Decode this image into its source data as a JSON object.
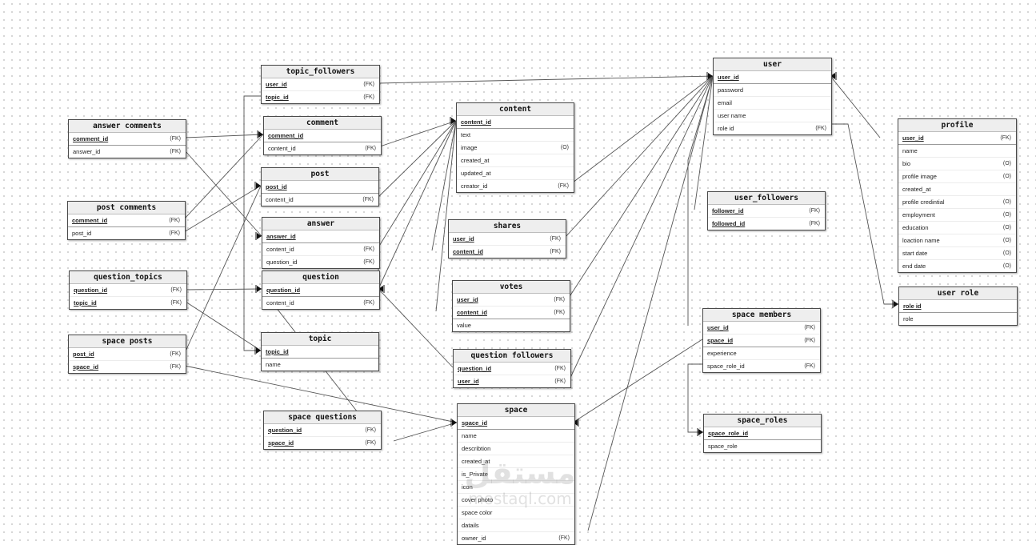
{
  "entities": [
    {
      "id": "topic_followers",
      "title": "topic_followers",
      "attrs": [
        {
          "name": "user_id",
          "tag": "(FK)",
          "pk": true
        },
        {
          "name": "topic_id",
          "tag": "(FK)",
          "pk": true
        }
      ]
    },
    {
      "id": "answer_comments",
      "title": "answer comments",
      "attrs": [
        {
          "name": "comment_id",
          "tag": "(FK)",
          "pk": true
        },
        {
          "name": "answer_id",
          "tag": "(FK)",
          "pk": false
        }
      ]
    },
    {
      "id": "comment",
      "title": "comment",
      "attrs": [
        {
          "name": "comment_id",
          "tag": "",
          "pk": true
        },
        {
          "name": "content_id",
          "tag": "(FK)",
          "pk": false
        }
      ]
    },
    {
      "id": "post",
      "title": "post",
      "attrs": [
        {
          "name": "post_id",
          "tag": "",
          "pk": true
        },
        {
          "name": "content_id",
          "tag": "(FK)",
          "pk": false
        }
      ]
    },
    {
      "id": "post_comments",
      "title": "post comments",
      "attrs": [
        {
          "name": "comment_id",
          "tag": "(FK)",
          "pk": true
        },
        {
          "name": "post_id",
          "tag": "(FK)",
          "pk": false
        }
      ]
    },
    {
      "id": "answer",
      "title": "answer",
      "attrs": [
        {
          "name": "answer_id",
          "tag": "",
          "pk": true
        },
        {
          "name": "content_id",
          "tag": "(FK)",
          "pk": false
        },
        {
          "name": "question_id",
          "tag": "(FK)",
          "pk": false
        }
      ]
    },
    {
      "id": "question_topics",
      "title": "question_topics",
      "attrs": [
        {
          "name": "question_id",
          "tag": "(FK)",
          "pk": true
        },
        {
          "name": "topic_id",
          "tag": "(FK)",
          "pk": true
        }
      ]
    },
    {
      "id": "question",
      "title": "question",
      "attrs": [
        {
          "name": "question_id",
          "tag": "",
          "pk": true
        },
        {
          "name": "content_id",
          "tag": "(FK)",
          "pk": false
        }
      ]
    },
    {
      "id": "space_posts",
      "title": "space posts",
      "attrs": [
        {
          "name": "post_id",
          "tag": "(FK)",
          "pk": true
        },
        {
          "name": "space_id",
          "tag": "(FK)",
          "pk": true
        }
      ]
    },
    {
      "id": "topic",
      "title": "topic",
      "attrs": [
        {
          "name": "topic_id",
          "tag": "",
          "pk": true
        },
        {
          "name": "name",
          "tag": "",
          "pk": false
        }
      ]
    },
    {
      "id": "space_questions",
      "title": "space questions",
      "attrs": [
        {
          "name": "question_id",
          "tag": "(FK)",
          "pk": true
        },
        {
          "name": "space_id",
          "tag": "(FK)",
          "pk": true
        }
      ]
    },
    {
      "id": "content",
      "title": "content",
      "attrs": [
        {
          "name": "content_id",
          "tag": "",
          "pk": true
        },
        {
          "name": "text",
          "tag": "",
          "pk": false
        },
        {
          "name": "image",
          "tag": "(O)",
          "pk": false
        },
        {
          "name": "created_at",
          "tag": "",
          "pk": false
        },
        {
          "name": "updated_at",
          "tag": "",
          "pk": false
        },
        {
          "name": "creator_id",
          "tag": "(FK)",
          "pk": false
        }
      ]
    },
    {
      "id": "shares",
      "title": "shares",
      "attrs": [
        {
          "name": "user_id",
          "tag": "(FK)",
          "pk": true
        },
        {
          "name": "content_id",
          "tag": "(FK)",
          "pk": true
        }
      ]
    },
    {
      "id": "votes",
      "title": "votes",
      "attrs": [
        {
          "name": "user_id",
          "tag": "(FK)",
          "pk": true
        },
        {
          "name": "content_id",
          "tag": "(FK)",
          "pk": true
        },
        {
          "name": "value",
          "tag": "",
          "pk": false
        }
      ]
    },
    {
      "id": "question_followers",
      "title": "question followers",
      "attrs": [
        {
          "name": "question_id",
          "tag": "(FK)",
          "pk": true
        },
        {
          "name": "user_id",
          "tag": "(FK)",
          "pk": true
        }
      ]
    },
    {
      "id": "space",
      "title": "space",
      "attrs": [
        {
          "name": "space_id",
          "tag": "",
          "pk": true
        },
        {
          "name": "name",
          "tag": "",
          "pk": false
        },
        {
          "name": "describtion",
          "tag": "",
          "pk": false
        },
        {
          "name": "created_at",
          "tag": "",
          "pk": false
        },
        {
          "name": "is_Private",
          "tag": "",
          "pk": false
        },
        {
          "name": "icon",
          "tag": "",
          "pk": false
        },
        {
          "name": "cover photo",
          "tag": "",
          "pk": false
        },
        {
          "name": "space color",
          "tag": "",
          "pk": false
        },
        {
          "name": "datails",
          "tag": "",
          "pk": false
        },
        {
          "name": "owner_id",
          "tag": "(FK)",
          "pk": false
        }
      ]
    },
    {
      "id": "user",
      "title": "user",
      "attrs": [
        {
          "name": "user_id",
          "tag": "",
          "pk": true
        },
        {
          "name": "password",
          "tag": "",
          "pk": false
        },
        {
          "name": "email",
          "tag": "",
          "pk": false
        },
        {
          "name": "user name",
          "tag": "",
          "pk": false
        },
        {
          "name": "role id",
          "tag": "(FK)",
          "pk": false
        }
      ]
    },
    {
      "id": "user_followers",
      "title": "user_followers",
      "attrs": [
        {
          "name": "follower_id",
          "tag": "(FK)",
          "pk": true
        },
        {
          "name": "followed_id",
          "tag": "(FK)",
          "pk": true
        }
      ]
    },
    {
      "id": "space_members",
      "title": "space members",
      "attrs": [
        {
          "name": "user_id",
          "tag": "(FK)",
          "pk": true
        },
        {
          "name": "space_id",
          "tag": "(FK)",
          "pk": true
        },
        {
          "name": "experience",
          "tag": "",
          "pk": false
        },
        {
          "name": "space_role_id",
          "tag": "(FK)",
          "pk": false
        }
      ]
    },
    {
      "id": "space_roles",
      "title": "space_roles",
      "attrs": [
        {
          "name": "space_role_id",
          "tag": "",
          "pk": true
        },
        {
          "name": "space_role",
          "tag": "",
          "pk": false
        }
      ]
    },
    {
      "id": "profile",
      "title": "profile",
      "attrs": [
        {
          "name": "user_id",
          "tag": "(FK)",
          "pk": true
        },
        {
          "name": "name",
          "tag": "",
          "pk": false
        },
        {
          "name": "bio",
          "tag": "(O)",
          "pk": false
        },
        {
          "name": "profile image",
          "tag": "(O)",
          "pk": false
        },
        {
          "name": "created_at",
          "tag": "",
          "pk": false
        },
        {
          "name": "profile credintial",
          "tag": "(O)",
          "pk": false
        },
        {
          "name": "employment",
          "tag": "(O)",
          "pk": false
        },
        {
          "name": "education",
          "tag": "(O)",
          "pk": false
        },
        {
          "name": "loaction name",
          "tag": "(O)",
          "pk": false
        },
        {
          "name": "start date",
          "tag": "(O)",
          "pk": false
        },
        {
          "name": "end date",
          "tag": "(O)",
          "pk": false
        }
      ]
    },
    {
      "id": "user_role",
      "title": "user role",
      "attrs": [
        {
          "name": "role id",
          "tag": "",
          "pk": true
        },
        {
          "name": "role",
          "tag": "",
          "pk": false
        }
      ]
    }
  ],
  "relationships": [
    [
      "topic_followers",
      "user"
    ],
    [
      "content",
      "user"
    ],
    [
      "shares",
      "user"
    ],
    [
      "votes",
      "user"
    ],
    [
      "question_followers",
      "user"
    ],
    [
      "space",
      "user"
    ],
    [
      "space_members",
      "user"
    ],
    [
      "user_followers",
      "user"
    ],
    [
      "profile",
      "user"
    ],
    [
      "user",
      "user_role"
    ],
    [
      "comment",
      "content"
    ],
    [
      "post",
      "content"
    ],
    [
      "answer",
      "content"
    ],
    [
      "question",
      "content"
    ],
    [
      "shares",
      "content"
    ],
    [
      "votes",
      "content"
    ],
    [
      "answer_comments",
      "comment"
    ],
    [
      "post_comments",
      "comment"
    ],
    [
      "post_comments",
      "post"
    ],
    [
      "space_posts",
      "post"
    ],
    [
      "answer_comments",
      "answer"
    ],
    [
      "question_topics",
      "question"
    ],
    [
      "space_questions",
      "question"
    ],
    [
      "answer",
      "question"
    ],
    [
      "question_followers",
      "question"
    ],
    [
      "question_topics",
      "topic"
    ],
    [
      "topic_followers",
      "topic"
    ],
    [
      "space_posts",
      "space"
    ],
    [
      "space_questions",
      "space"
    ],
    [
      "space_members",
      "space"
    ],
    [
      "space_members",
      "space_roles"
    ]
  ],
  "watermark": {
    "main": "مستقل",
    "sub": "mostaql.com"
  }
}
